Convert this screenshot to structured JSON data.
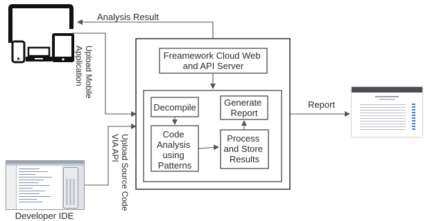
{
  "labels": {
    "analysis_result": "Analysis Result",
    "upload_mobile": "Upload Mobile Application",
    "server": "Freamework Cloud Web and API Server",
    "decompile": "Decompile",
    "generate_report": "Generate Report",
    "code_analysis": "Code Analysis using Patterns",
    "process_store": "Process and Store Results",
    "report": "Report",
    "upload_source": "Upload Source Code VIA API",
    "developer_ide": "Developer IDE"
  },
  "icons": {
    "devices": "devices-icon",
    "ide": "developer-ide-screenshot",
    "report": "report-screenshot"
  }
}
